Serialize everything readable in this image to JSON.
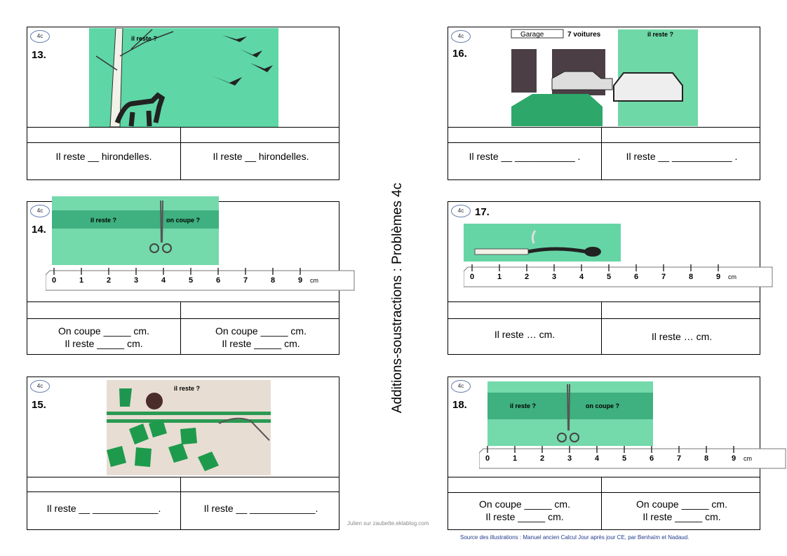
{
  "badge": "4c",
  "title": "Additions-soustractions : Problèmes 4c",
  "credit": "Julien sur zaubette.eklablog.com",
  "source": "Source des illustrations : Manuel ancien Calcul Jour après jour CE, par Benhaïm et Nadaud.",
  "ruler": {
    "ticks": [
      "0",
      "1",
      "2",
      "3",
      "4",
      "5",
      "6",
      "7",
      "8",
      "9"
    ],
    "unit": "cm"
  },
  "problems": {
    "p13": {
      "number": "13.",
      "ill_label": "il reste ?",
      "left": "Il reste __   hirondelles.",
      "right": "Il reste __   hirondelles."
    },
    "p14": {
      "number": "14.",
      "ill_label1": "il reste ?",
      "ill_label2": "on coupe ?",
      "left1": "On coupe _____ cm.",
      "left2": "Il reste _____ cm.",
      "right1": "On coupe _____ cm.",
      "right2": "Il reste _____ cm."
    },
    "p15": {
      "number": "15.",
      "ill_label": "il reste ?",
      "left": "Il reste __ ____________.",
      "right": "Il reste __    ____________."
    },
    "p16": {
      "number": "16.",
      "garage": "Garage",
      "count": "7 voitures",
      "ill_label": "il  reste ?",
      "left": "Il reste __  ___________ .",
      "right": "Il reste __  ___________ ."
    },
    "p17": {
      "number": "17.",
      "left": "Il reste … cm.",
      "right": "Il reste … cm."
    },
    "p18": {
      "number": "18.",
      "ill_label1": "il reste ?",
      "ill_label2": "on coupe ?",
      "left1": "On coupe _____ cm.",
      "left2": "Il reste _____ cm.",
      "right1": "On coupe _____ cm.",
      "right2": "Il reste _____ cm."
    }
  }
}
